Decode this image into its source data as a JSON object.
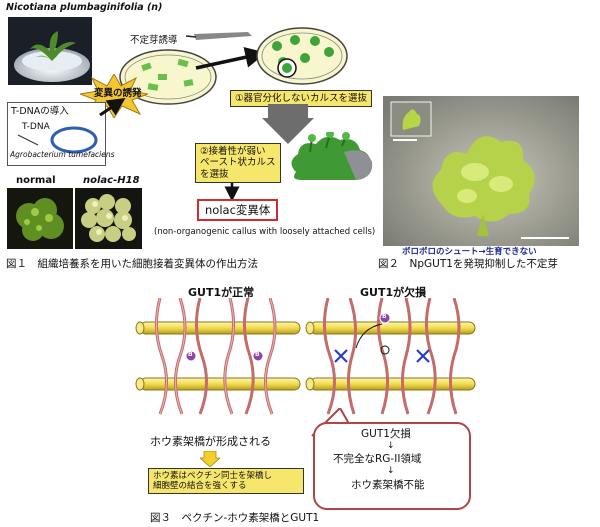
{
  "fig1": {
    "species_label": "Nicotiana plumbaginifolia (n)",
    "shoot_induction": "不定芽誘導",
    "mutagenesis": "変異の誘発",
    "tdna_intro": "T-DNAの導入",
    "tdna": "T-DNA",
    "agrobacterium": "Agrobacterium tumefaciens",
    "step1": "①器官分化しないカルスを選抜",
    "step2": "②接着性が弱い\nペースト状カルス\nを選抜",
    "normal": "normal",
    "mutant": "nolac-H18",
    "mutant_name": "nolac変異体",
    "mutant_desc": "(non-organogenic callus with loosely attached cells)",
    "caption": "図１　組織培養系を用いた細胞接着変異体の作出方法"
  },
  "fig2": {
    "photo_note": "ボロボロのシュート→生育できない",
    "caption": "図２　NpGUT1を発現抑制した不定芽"
  },
  "fig3": {
    "normal_title": "GUT1が正常",
    "defect_title": "GUT1が欠損",
    "boron_mark": "B",
    "crosslink_formed": "ホウ素架橋が形成される",
    "crosslink_explain": "ホウ素はペクチン同士を架橋し\n細胞壁の結合を強くする",
    "defect_1": "GUT1欠損",
    "arrow": "↓",
    "defect_2": "不完全なRG-II領域",
    "defect_3": "ホウ素架橋不能",
    "caption": "図３　ペクチン-ホウ素架橋とGUT1"
  }
}
